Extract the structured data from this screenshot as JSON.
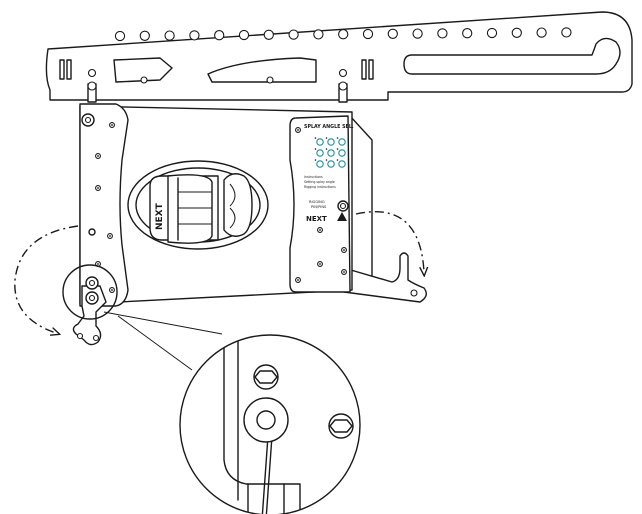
{
  "panel": {
    "title": "SPLAY ANGLE SEL.",
    "instructions": [
      "Instructions",
      "Setting splay angle",
      "Rigging instructions"
    ],
    "pin_label_1": "RIGGING",
    "pin_label_2": "PIN/PINS",
    "brand": "NEXT",
    "logo_text": "NEXT"
  },
  "colors": {
    "stroke": "#1a1a1a",
    "accent": "#1a8fa0",
    "background": "#ffffff"
  },
  "icons": {
    "warning": "warning-triangle-icon",
    "rotation_left": "rotation-arrow-icon",
    "rotation_right": "rotation-arrow-icon"
  }
}
